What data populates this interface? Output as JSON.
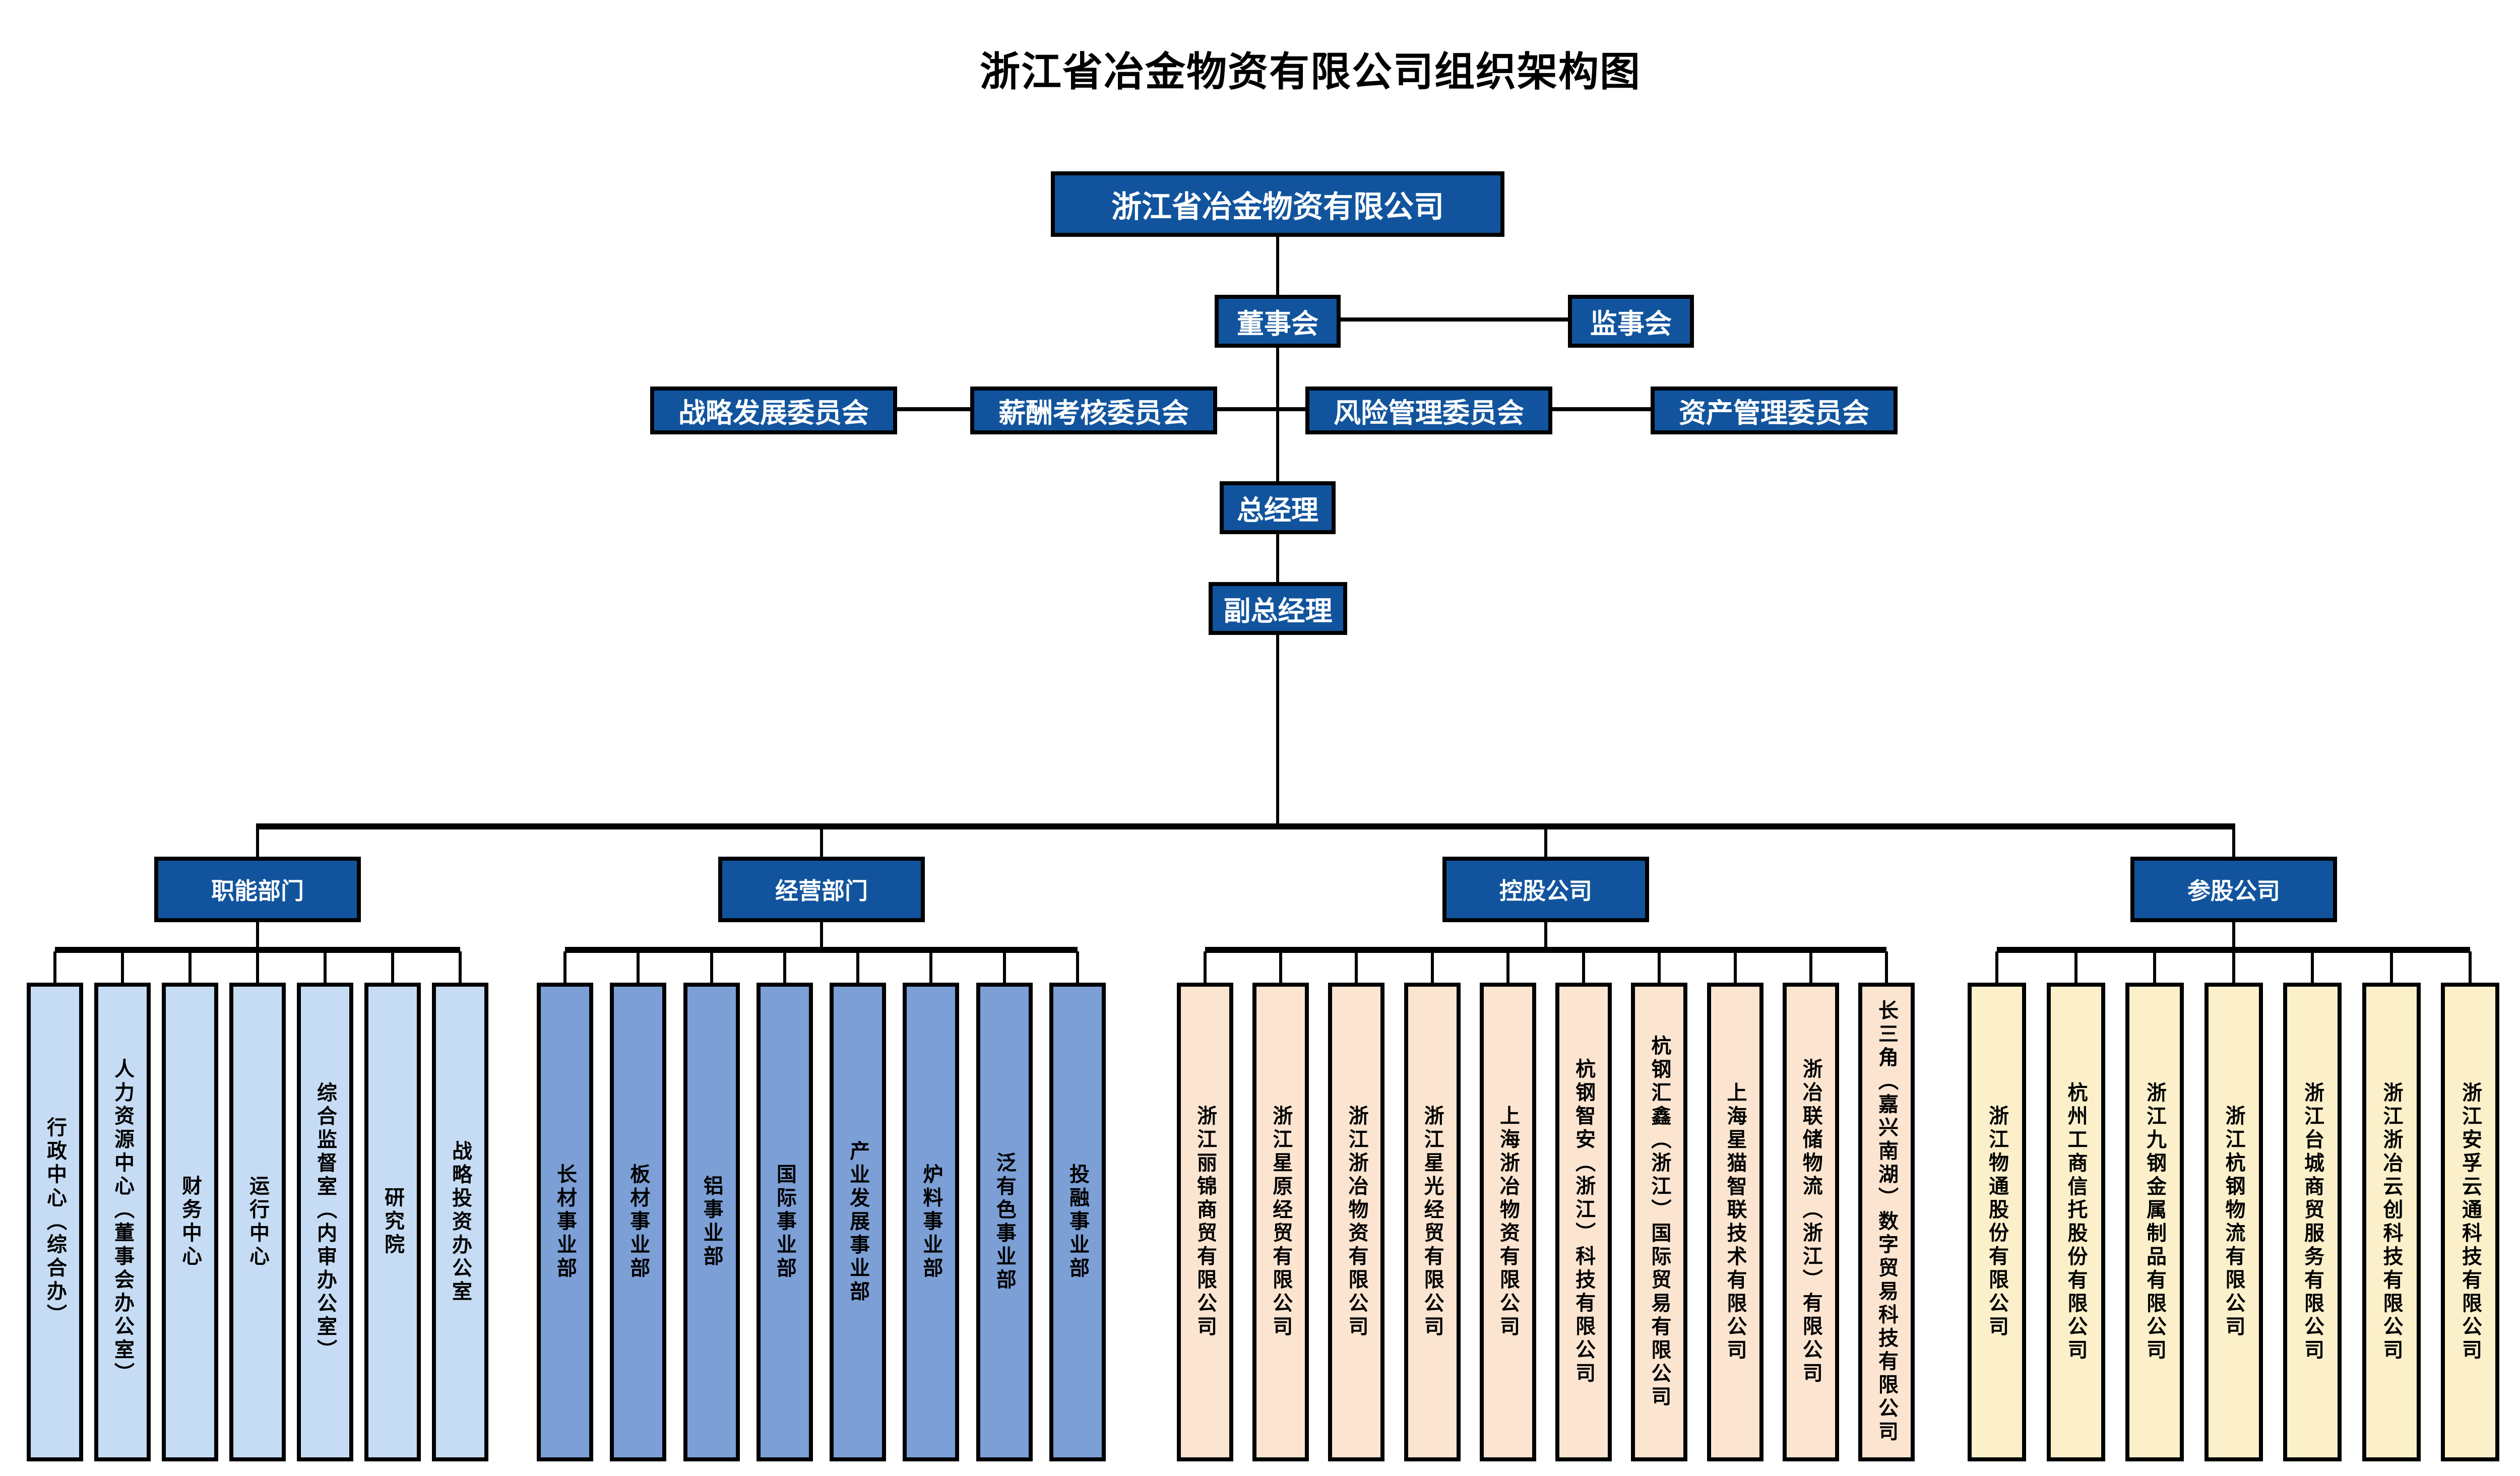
{
  "title": "浙江省冶金物资有限公司组织架构图",
  "chart": {
    "root": "浙江省冶金物资有限公司",
    "board": "董事会",
    "supervisory_board": "监事会",
    "committees": [
      "战略发展委员会",
      "薪酬考核委员会",
      "风险管理委员会",
      "资产管理委员会"
    ],
    "general_manager": "总经理",
    "deputy_general_manager": "副总经理",
    "groups": [
      {
        "label": "职能部门",
        "columns": [
          "行政中心（综合办）",
          "人力资源中心（董事会办公室）",
          "财务中心",
          "运行中心",
          "综合监督室（内审办公室）",
          "研究院",
          "战略投资办公室"
        ]
      },
      {
        "label": "经营部门",
        "columns": [
          "长材事业部",
          "板材事业部",
          "铝事业部",
          "国际事业部",
          "产业发展事业部",
          "炉料事业部",
          "泛有色事业部",
          "投融事业部"
        ]
      },
      {
        "label": "控股公司",
        "columns": [
          "浙江丽锦商贸有限公司",
          "浙江星原经贸有限公司",
          "浙江浙冶物资有限公司",
          "浙江星光经贸有限公司",
          "上海浙冶物资有限公司",
          "杭钢智安（浙江）科技有限公司",
          "杭钢汇鑫（浙江）国际贸易有限公司",
          "上海星猫智联技术有限公司",
          "浙冶联储物流（浙江）有限公司",
          "长三角（嘉兴南湖）数字贸易科技有限公司"
        ]
      },
      {
        "label": "参股公司",
        "columns": [
          "浙江物通股份有限公司",
          "杭州工商信托股份有限公司",
          "浙江九钢金属制品有限公司",
          "浙江杭钢物流有限公司",
          "浙江台城商贸服务有限公司",
          "浙江浙冶云创科技有限公司",
          "浙江安孚云通科技有限公司"
        ]
      }
    ]
  },
  "colors": {
    "box_blue": "#11549D",
    "functional_fill": "#C6DCF4",
    "business_fill": "#7C9FD6",
    "holding_fill": "#FBE5D0",
    "invested_fill": "#FBF0CA",
    "line": "#000000",
    "text_light": "#FFFFFF",
    "text_dark": "#000000"
  }
}
